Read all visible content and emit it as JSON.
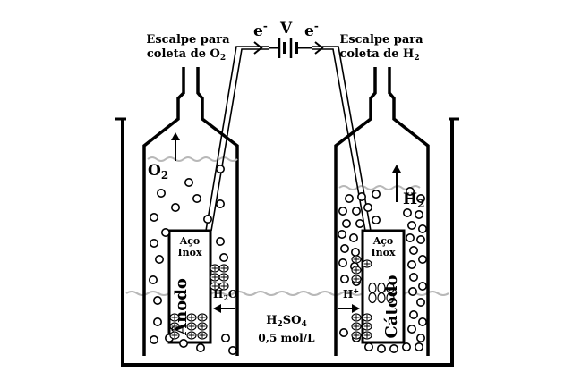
{
  "labels": {
    "escape_left_line1": "Escalpe para",
    "escape_left_line2": "coleta de O",
    "escape_left_sub": "2",
    "escape_right_line1": "Escalpe para",
    "escape_right_line2": "coleta de H",
    "escape_right_sub": "2",
    "electron_left": "e",
    "electron_left_sup": "-",
    "voltage": "V",
    "electron_right": "e",
    "electron_right_sup": "-",
    "o2": "O",
    "o2_sub": "2",
    "h2": "H",
    "h2_sub": "2",
    "steel_left_line1": "Aço",
    "steel_left_line2": "Inox",
    "steel_right_line1": "Aço",
    "steel_right_line2": "Inox",
    "anode": "Ânodo",
    "cathode": "Cátodo",
    "water": "H",
    "water_sub": "2",
    "water_end": "O",
    "hplus": "H",
    "hplus_sup": "+",
    "electrolyte": "H",
    "electrolyte_sub1": "2",
    "electrolyte_mid": "SO",
    "electrolyte_sub2": "4",
    "concentration": "0,5 mol/L"
  },
  "colors": {
    "ink": "#000000",
    "liquid_surface": "#b8b8b8",
    "background": "#ffffff"
  }
}
